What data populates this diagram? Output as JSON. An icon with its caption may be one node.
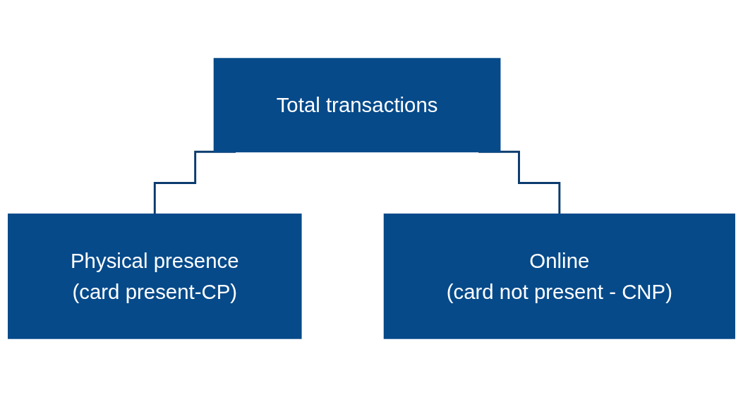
{
  "diagram": {
    "nodes": [
      {
        "text": [
          "Total transactions"
        ]
      },
      {
        "text": [
          "Physical presence",
          "(card present-CP)"
        ]
      },
      {
        "text": [
          "Online",
          "(card not present - CNP)"
        ]
      }
    ],
    "edges": [
      {
        "from": 0,
        "to": 1,
        "arrow": "none"
      },
      {
        "from": 0,
        "to": 2,
        "arrow": "none"
      }
    ]
  }
}
